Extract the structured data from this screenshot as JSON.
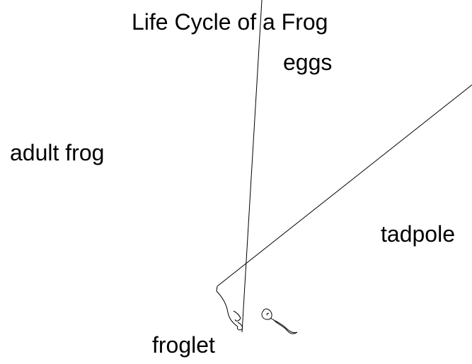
{
  "title": "Life Cycle of a Frog",
  "stages": {
    "eggs": "eggs",
    "tadpole": "tadpole",
    "froglet": "froglet",
    "adult": "adult frog"
  },
  "colors": {
    "ink": "#000000",
    "background": "#ffffff"
  }
}
